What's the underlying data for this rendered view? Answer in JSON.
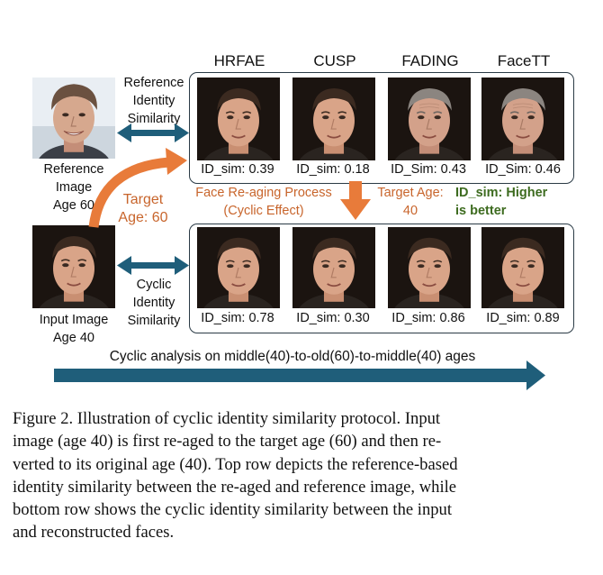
{
  "figure": {
    "methods": [
      "HRFAE",
      "CUSP",
      "FADING",
      "FaceTT"
    ],
    "top_row_scores": [
      "ID_sim: 0.39",
      "ID_sim: 0.18",
      "ID_Sim: 0.43",
      "ID_Sim: 0.46"
    ],
    "bottom_row_scores": [
      "ID_sim: 0.78",
      "ID_sim: 0.30",
      "ID_sim: 0.86",
      "ID_sim: 0.89"
    ],
    "reference_identity_label": [
      "Reference",
      "Identity",
      "Similarity"
    ],
    "reference_image_label": [
      "Reference",
      "Image",
      "Age 60"
    ],
    "target_age_label": [
      "Target",
      "Age: 60"
    ],
    "process_label": [
      "Face Re-aging Process",
      "(Cyclic Effect)"
    ],
    "target_age_40_label": [
      "Target Age:",
      "40"
    ],
    "higher_better_label": [
      "ID_sim: Higher",
      "is better"
    ],
    "cyclic_identity_label": [
      "Cyclic",
      "Identity",
      "Similarity"
    ],
    "input_image_label": [
      "Input Image",
      "Age 40"
    ],
    "bottom_arrow_text": "Cyclic analysis on middle(40)-to-old(60)-to-middle(40) ages",
    "colors": {
      "dark_arrow": "#1f5e7a",
      "orange": "#e87b3a",
      "frame": "#2a3a45",
      "green": "#3d6b1f"
    }
  },
  "caption": {
    "lines": [
      "Figure 2.  Illustration of cyclic identity similarity protocol.  Input",
      "image (age 40) is first re-aged to the target age (60) and then re-",
      "verted to its original age (40). Top row depicts the reference-based",
      "identity similarity between the re-aged and reference image, while",
      "bottom row shows the cyclic identity similarity between the input",
      "and reconstructed faces."
    ]
  }
}
